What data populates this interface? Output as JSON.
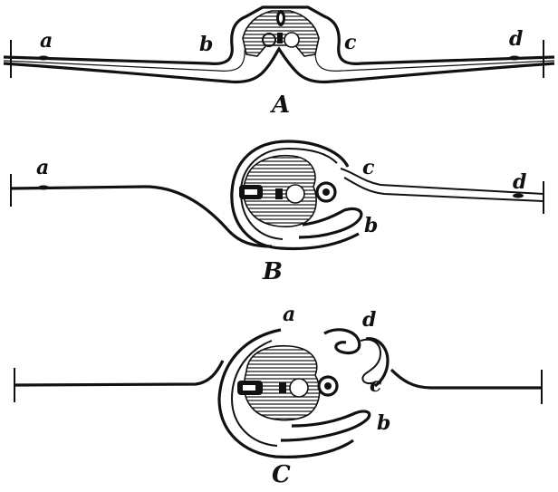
{
  "panels": [
    {
      "id": "A",
      "caption": "A",
      "labels": {
        "a": "a",
        "b": "b",
        "c": "c",
        "d": "d"
      }
    },
    {
      "id": "B",
      "caption": "B",
      "labels": {
        "a": "a",
        "b": "b",
        "c": "c",
        "d": "d"
      }
    },
    {
      "id": "C",
      "caption": "C",
      "labels": {
        "a": "a",
        "b": "b",
        "c": "c",
        "d": "d"
      }
    }
  ],
  "colors": {
    "ink": "#111111",
    "paper": "#ffffff"
  }
}
